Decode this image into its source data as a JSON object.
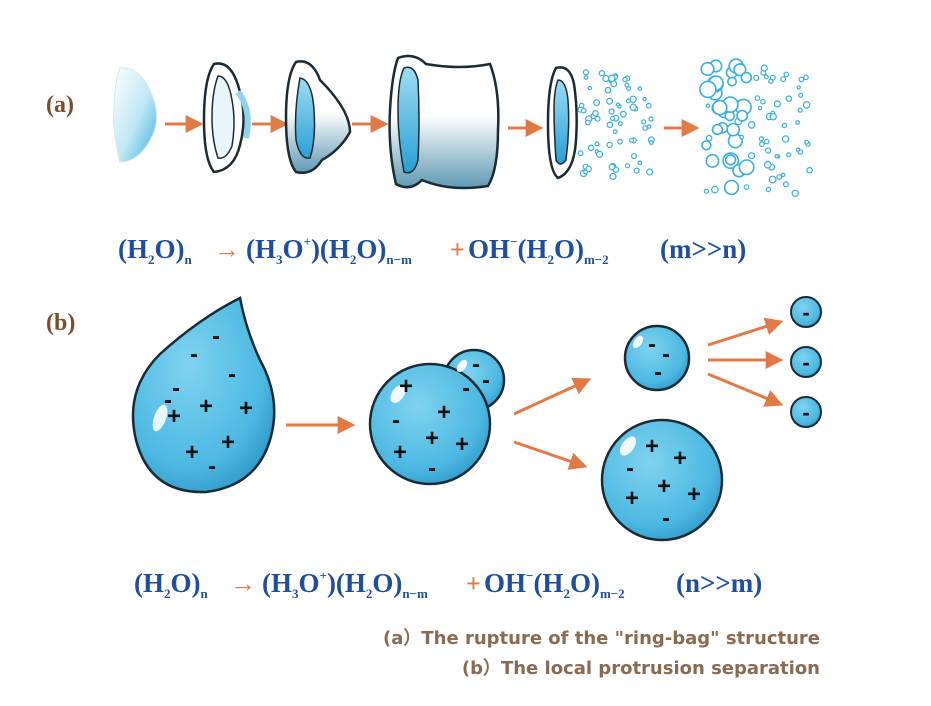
{
  "panel_a": {
    "label": "(a)",
    "equation": {
      "reactant": "(H",
      "reactant_sub": "2",
      "reactant_close": "O)",
      "reactant_n": "n",
      "arrow": "→",
      "p1": "(H",
      "p1_sub": "3",
      "p1_o": "O",
      "p1_sup": "+",
      "p1_close": ")(H",
      "p1_sub2": "2",
      "p1_close2": "O)",
      "p1_idx": "n−m",
      "plus": "+",
      "p2": "OH",
      "p2_sup": "−",
      "p2_mid": "(H",
      "p2_sub": "2",
      "p2_close": "O)",
      "p2_idx": "m−2",
      "condition": "(m>>n)"
    }
  },
  "panel_b": {
    "label": "(b)",
    "charges": {
      "minus": "-",
      "plus": "+"
    },
    "equation": {
      "reactant": "(H",
      "reactant_sub": "2",
      "reactant_close": "O)",
      "reactant_n": "n",
      "arrow": "→",
      "p1": "(H",
      "p1_sub": "3",
      "p1_o": "O",
      "p1_sup": "+",
      "p1_close": ")(H",
      "p1_sub2": "2",
      "p1_close2": "O)",
      "p1_idx": "n−m",
      "plus": "+",
      "p2": "OH",
      "p2_sup": "−",
      "p2_mid": "(H",
      "p2_sub": "2",
      "p2_close": "O)",
      "p2_idx": "m−2",
      "condition": "(n>>m)"
    }
  },
  "captions": {
    "a": "(a）The rupture of the \"ring-bag\" structure",
    "b": "(b）The local protrusion separation"
  },
  "colors": {
    "water": "#5cc3e6",
    "water_dark": "#2b87b8",
    "outline": "#1a2b33",
    "arrow": "#e07a47",
    "equation": "#1f4f9c",
    "label": "#7a4e2d",
    "caption": "#8a6a50"
  }
}
